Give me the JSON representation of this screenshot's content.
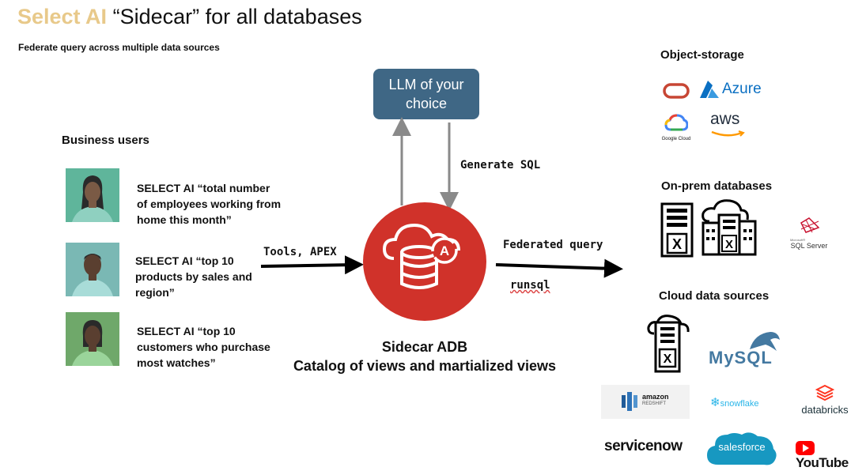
{
  "title": {
    "accent": "Select AI",
    "rest": "“Sidecar” for all databases"
  },
  "subtitle": "Federate query across multiple data sources",
  "business_users": {
    "heading": "Business users",
    "queries": [
      "SELECT AI “total number of employees working from home this month”",
      "SELECT AI “top 10 products by sales and region”",
      "SELECT AI “top 10 customers who purchase most watches”"
    ]
  },
  "llm": {
    "label": "LLM of your choice"
  },
  "arrows": {
    "generate_sql": "Generate SQL",
    "tools_apex": "Tools, APEX",
    "federated_query": "Federated query",
    "runsql": "runsql"
  },
  "sidecar": {
    "line1": "Sidecar ADB",
    "line2": "Catalog of views and martialized views"
  },
  "object_storage": {
    "heading": "Object-storage",
    "azure": "Azure",
    "google_cloud": "Google Cloud",
    "aws": "aws"
  },
  "on_prem": {
    "heading": "On-prem databases",
    "sql_server": "SQL Server",
    "sql_server_small": "Microsoft®"
  },
  "cloud_sources": {
    "heading": "Cloud data sources",
    "mysql": "MySQL",
    "amazon": "amazon",
    "redshift": "REDSHIFT",
    "snowflake": "snowflake",
    "databricks": "databricks",
    "servicenow": "servicenow",
    "salesforce": "salesforce",
    "youtube": "YouTube"
  },
  "colors": {
    "accent_gold": "#e8c98a",
    "llm_box": "#3f6785",
    "adb_red": "#d0322a",
    "azure_blue": "#0a6fc2",
    "oracle_red": "#c74634",
    "mysql_blue": "#4479a1",
    "snowflake": "#29b5e8",
    "salesforce": "#1798c1",
    "youtube": "#ff0000",
    "databricks": "#ff3621"
  }
}
